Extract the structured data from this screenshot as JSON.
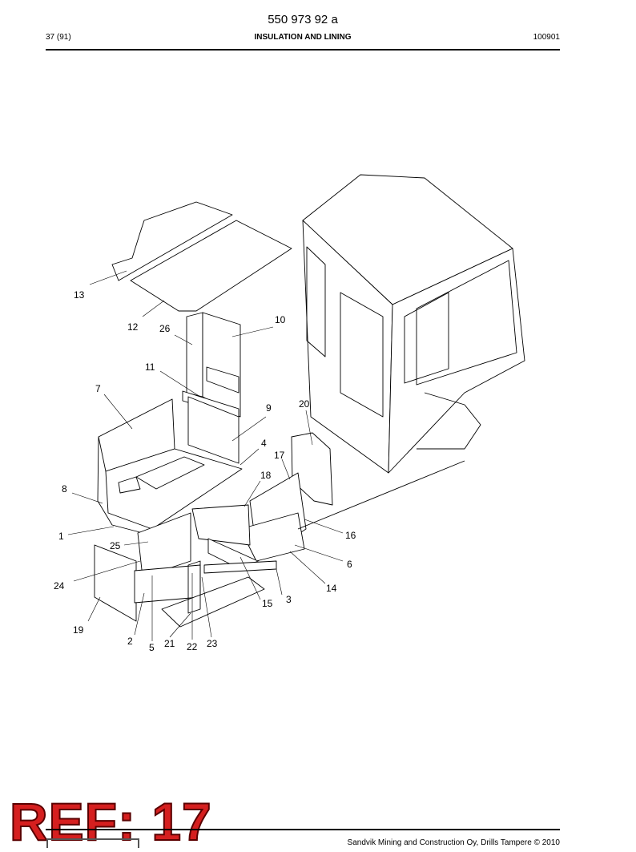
{
  "header": {
    "doc_number": "550 973 92 a",
    "page_ref": "37 (91)",
    "title": "INSULATION AND LINING",
    "date_code": "100901"
  },
  "callouts": [
    "13",
    "12",
    "26",
    "10",
    "11",
    "7",
    "9",
    "20",
    "4",
    "17",
    "8",
    "18",
    "16",
    "1",
    "25",
    "6",
    "24",
    "14",
    "3",
    "15",
    "19",
    "2",
    "5",
    "21",
    "22",
    "23"
  ],
  "stamp": {
    "text": "REF: 17",
    "color": "#d51f1f"
  },
  "footer": {
    "copyright": "Sandvik Mining and Construction Oy, Drills Tampere © 2010"
  }
}
